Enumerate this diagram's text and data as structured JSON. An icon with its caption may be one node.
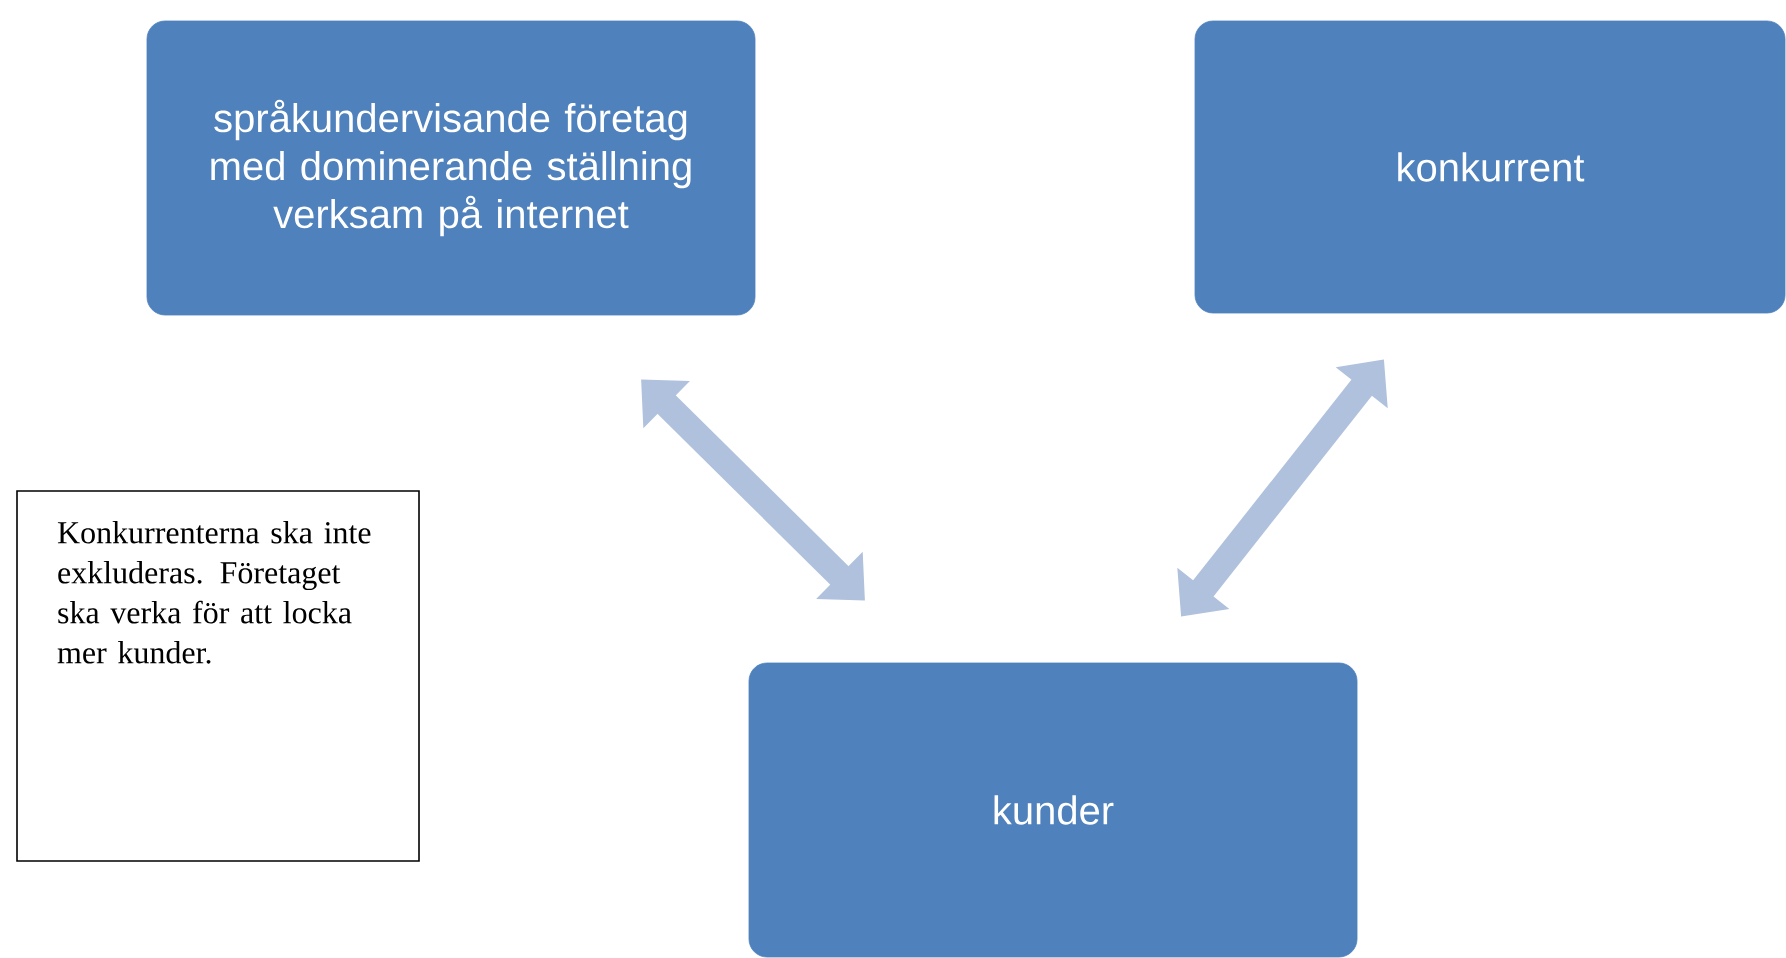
{
  "diagram": {
    "nodes": [
      {
        "text": [
          "språkundervisande företag med dominerande ställning verksam på internet"
        ]
      },
      {
        "text": [
          "konkurrent"
        ]
      },
      {
        "text": [
          "kunder"
        ]
      },
      {
        "text": [
          "Konkurrenterna ska inte exkluderas. Företaget ska verka för att locka mer kunder."
        ]
      }
    ],
    "edges": [
      {
        "from": 0,
        "to": 2,
        "arrow": "both"
      },
      {
        "from": 1,
        "to": 2,
        "arrow": "both"
      }
    ]
  }
}
